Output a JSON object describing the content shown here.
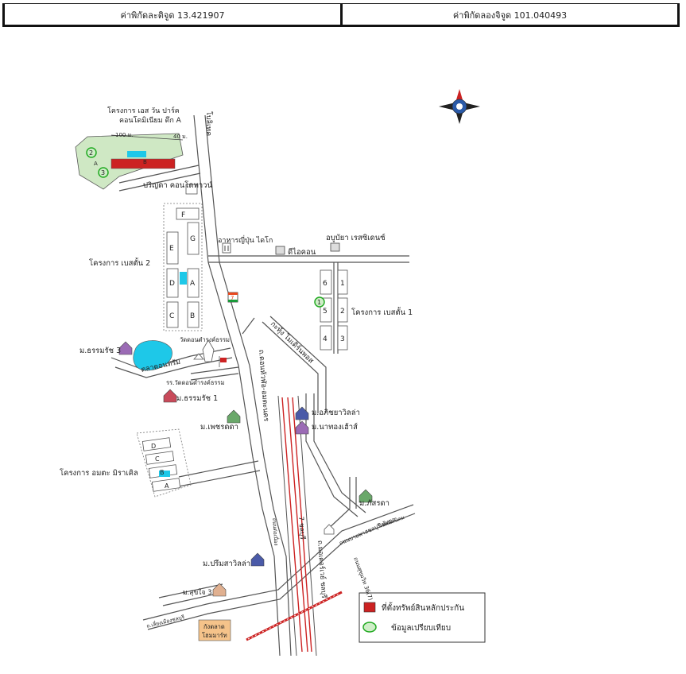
{
  "header": {
    "latitude": "ค่าพิกัดละติจูด 13.421907",
    "longitude": "ค่าพิกัดลองจิจูด 101.040493"
  },
  "map": {
    "roads": {
      "road_north": "โบลิเทค",
      "road_main": "ถ.ดอนหัวฬ่อ-อมตะนคร",
      "road_soi_left": "ตลาดอนทรัม",
      "road_soi_mid": "กะทุ้ง โมเดิร์นพอส",
      "road_highway": "ถ.มอเตอร์เวย์ ชลบุรี",
      "road_km": "7 ชลบุรี",
      "road_bypass": "ถนนบายพาสชลบุรี-พัทยา",
      "road_bypass2": "ถนนสุขุมวิท 36(7)",
      "road_left_bottom": "ถ.เลี่ยงเมืองชลบุรี",
      "road_small": "ถนนต่อเนื่อง",
      "road_far_right": "ไปพนัสนิคม"
    },
    "places": {
      "s_one_park": "โครงการ เอส วัน ปาร์ค",
      "s_one_condo": "คอนโดมิเนียม ตึก A",
      "scale_100": "100 ม.",
      "scale_40": "40 ม.",
      "parinya": "ปริญดา คอนโดทาวน์",
      "best_town_2": "โครงการ เบสตั้น 2",
      "japanese_food": "อาหารญี่ปุ่น ไดโก",
      "d_icon": "ดีไอคอน",
      "arbuya": "อบูบัยา เรสซิเดนซ์",
      "best_town_1": "โครงการ เบสตั้น 1",
      "temple": "วัดดอนตำรงค์ธรรม",
      "m_thammarat": "ม.ธรรมรัช 3",
      "school": "รร.วัดดอนดำรงค์ธรรม",
      "m_thammarat_1": "ม.ธรรมรัช 1",
      "m_phetcharada": "ม.เพชรดดา",
      "m_apichaya": "ม.อภิชยาวิลล่า",
      "m_nathong": "ม.นาทองเฮ้าส์",
      "amata_miracle": "โครงการ อมตะ มิราเคิล",
      "m_patsara": "ม.ภัสรดา",
      "m_primsa": "ม.ปรีมสาวิลล่า",
      "m_sukjai": "ม.สุขใจ 3",
      "market_top": "กังตลาด",
      "market_bottom": "โฮมมาร์ท"
    },
    "blocks_best_town_2": [
      "F",
      "E",
      "G",
      "D",
      "A",
      "C",
      "B"
    ],
    "blocks_best_town_1": [
      "6",
      "1",
      "5",
      "2",
      "4",
      "3"
    ],
    "blocks_amata": [
      "D",
      "C",
      "B",
      "A"
    ],
    "blocks_s_one": [
      "A",
      "B"
    ],
    "markers": [
      "1",
      "2",
      "3"
    ],
    "compass_icon": "compass-rose-icon",
    "seven_eleven_icon": "7",
    "legend": {
      "collateral_label": "ที่ตั้งทรัพย์สินหลักประกัน",
      "comparison_label": "ข้อมูลเปรียบเทียบ",
      "collateral_color": "#cc2222",
      "comparison_color": "#33aa33"
    },
    "colors": {
      "road": "#555555",
      "pond": "#1ec8e8",
      "green_site": "#cfe8c4",
      "highway_red": "#cc2222",
      "market_fill": "#f5c38a"
    }
  }
}
